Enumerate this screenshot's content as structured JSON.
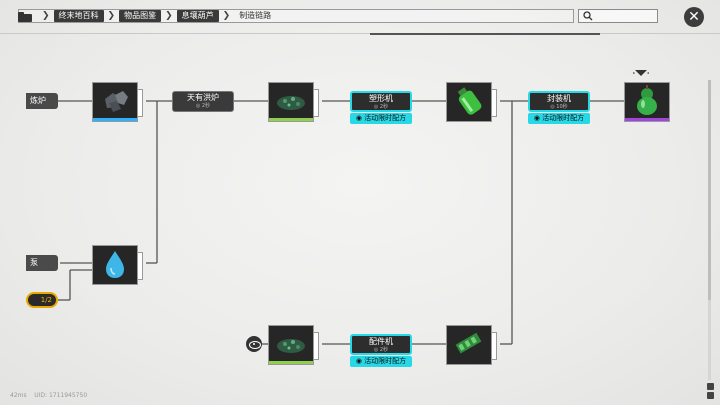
{
  "breadcrumb": {
    "items": [
      "终末地百科",
      "物品图鉴",
      "息壤葫芦"
    ],
    "current": "制造链路"
  },
  "left_stubs": {
    "top": "炼炉",
    "middle": "泵",
    "yellow": "1/2"
  },
  "machines": [
    {
      "name": "天有洪炉",
      "time": "◎ 2秒",
      "tag": ""
    },
    {
      "name": "塑形机",
      "time": "◎ 2秒",
      "tag": "活动限时配方"
    },
    {
      "name": "封装机",
      "time": "◎ 10秒",
      "tag": "活动限时配方"
    },
    {
      "name": "配件机",
      "time": "◎ 2秒",
      "tag": "活动限时配方"
    }
  ],
  "icons": {
    "folder": "folder-icon",
    "search": "search-icon",
    "close": "close-icon",
    "eye": "eye-icon",
    "tag": "tag-icon"
  },
  "colors": {
    "accent_cyan": "#27d8e6",
    "rarity_blue": "#2ab0ff",
    "rarity_green": "#8fd14f",
    "rarity_purple": "#a045e0",
    "warning_yellow": "#e8a800"
  },
  "footer": {
    "ping": "42ms",
    "uid": "UID: 1711945750"
  }
}
